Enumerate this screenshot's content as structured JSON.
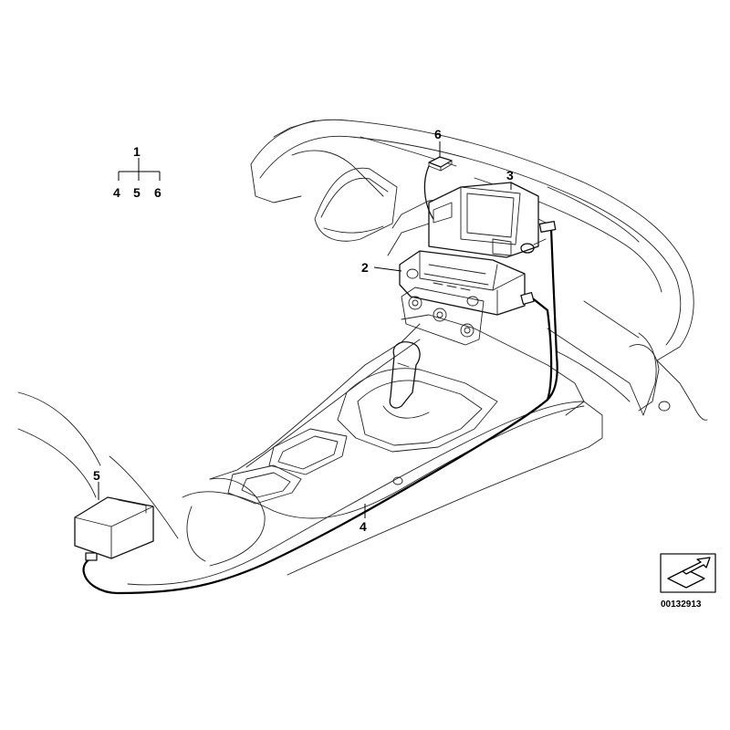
{
  "labels": {
    "assembly": "1",
    "sub_a": "4",
    "sub_b": "5",
    "sub_c": "6",
    "part_2": "2",
    "part_3": "3",
    "part_4": "4",
    "part_5": "5",
    "part_6": "6"
  },
  "diagram_ref": "00132913",
  "icons": {
    "orientation": "arrow-box-icon"
  }
}
